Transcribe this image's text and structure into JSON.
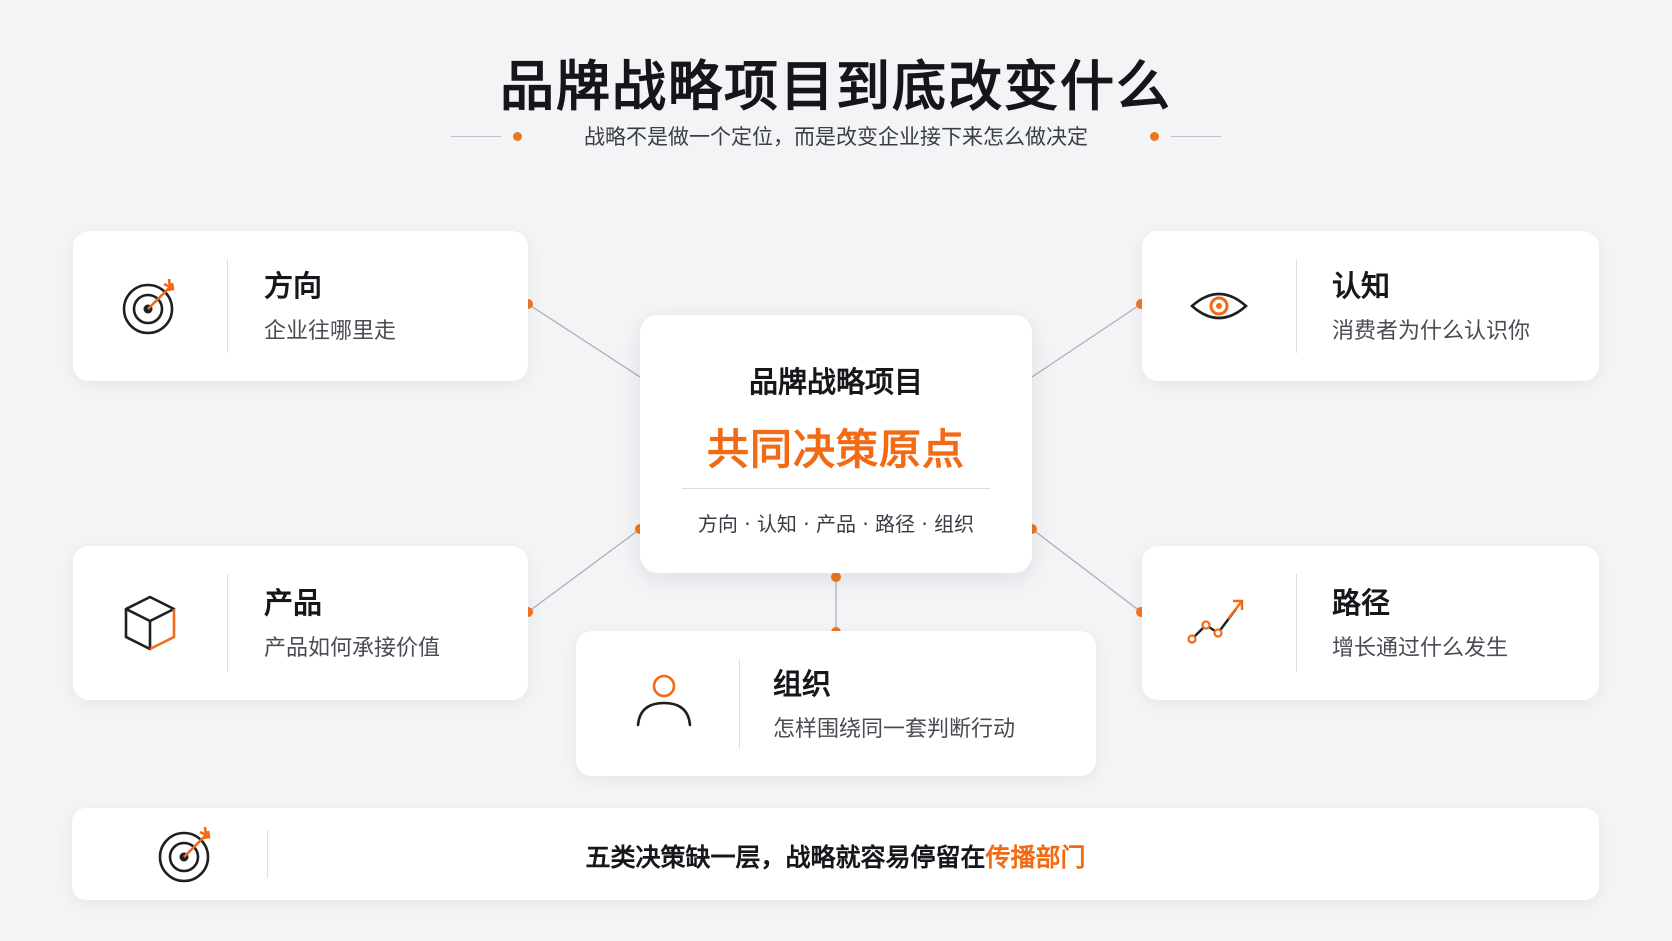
{
  "header": {
    "title": "品牌战略项目到底改变什么",
    "subtitle": "战略不是做一个定位，而是改变企业接下来怎么做决定"
  },
  "center": {
    "title": "品牌战略项目",
    "core": "共同决策原点",
    "chain": "方向 · 认知 · 产品 · 路径 · 组织"
  },
  "nodes": {
    "direction": {
      "title": "方向",
      "desc": "企业往哪里走",
      "icon": "target-icon"
    },
    "cognition": {
      "title": "认知",
      "desc": "消费者为什么认识你",
      "icon": "eye-icon"
    },
    "product": {
      "title": "产品",
      "desc": "产品如何承接价值",
      "icon": "cube-icon"
    },
    "path": {
      "title": "路径",
      "desc": "增长通过什么发生",
      "icon": "growth-line-icon"
    },
    "organization": {
      "title": "组织",
      "desc": "怎样围绕同一套判断行动",
      "icon": "person-icon"
    }
  },
  "footer": {
    "text": "五类决策缺一层，战略就容易停留在",
    "highlight": "传播部门",
    "icon": "target-icon"
  },
  "colors": {
    "accent": "#f26a13",
    "background": "#f3f4f6",
    "card": "#ffffff",
    "connector": "#a9adb4"
  }
}
